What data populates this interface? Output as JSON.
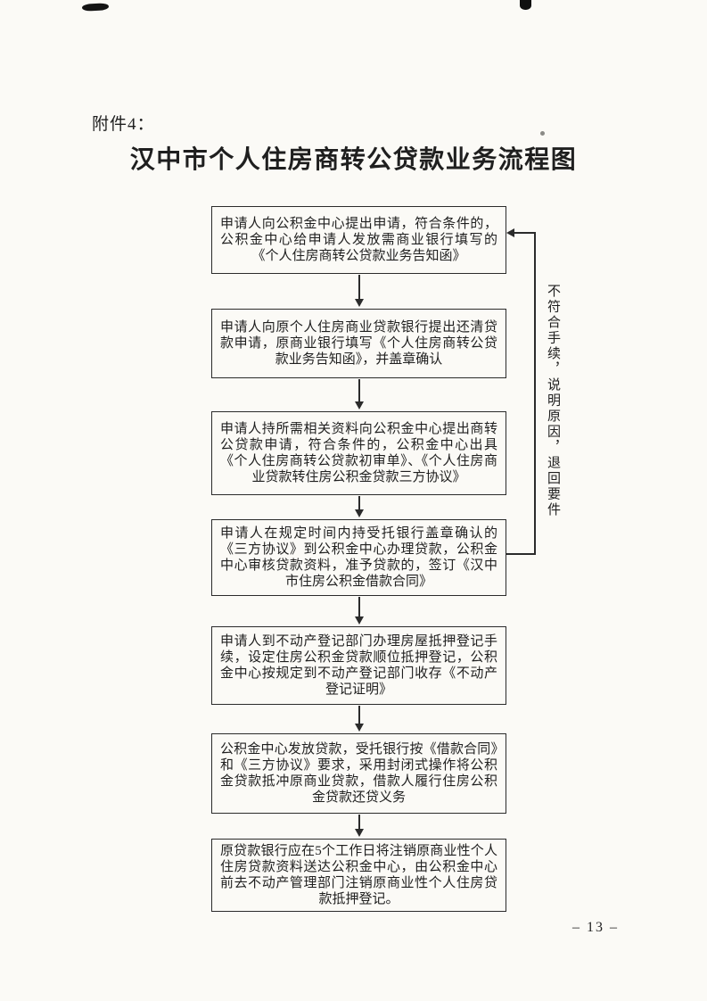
{
  "colors": {
    "paper": "#fbfaf6",
    "ink": "#1f1f1f",
    "line": "#2b2b2b"
  },
  "page": {
    "attachment_label": "附件4：",
    "title": "汉中市个人住房商转公贷款业务流程图",
    "page_number": "– 13 –"
  },
  "flowchart": {
    "boxes": [
      "申请人向公积金中心提出申请，符合条件的，公积金中心给申请人发放需商业银行填写的《个人住房商转公贷款业务告知函》",
      "申请人向原个人住房商业贷款银行提出还清贷款申请，原商业银行填写《个人住房商转公贷款业务告知函》，并盖章确认",
      "申请人持所需相关资料向公积金中心提出商转公贷款申请，符合条件的，公积金中心出具《个人住房商转公贷款初审单》、《个人住房商业贷款转住房公积金贷款三方协议》",
      "申请人在规定时间内持受托银行盖章确认的《三方协议》到公积金中心办理贷款，公积金中心审核贷款资料，准予贷款的，签订《汉中市住房公积金借款合同》",
      "申请人到不动产登记部门办理房屋抵押登记手续，设定住房公积金贷款顺位抵押登记，公积金中心按规定到不动产登记部门收存《不动产登记证明》",
      "公积金中心发放贷款，受托银行按《借款合同》和《三方协议》要求，采用封闭式操作将公积金贷款抵冲原商业贷款，借款人履行住房公积金贷款还贷义务",
      "原贷款银行应在5个工作日将注销原商业性个人住房贷款资料送达公积金中心，由公积金中心前去不动产管理部门注销原商业性个人住房贷款抵押登记。"
    ],
    "feedback_label": "不符合手续，说明原因，退回要件"
  }
}
